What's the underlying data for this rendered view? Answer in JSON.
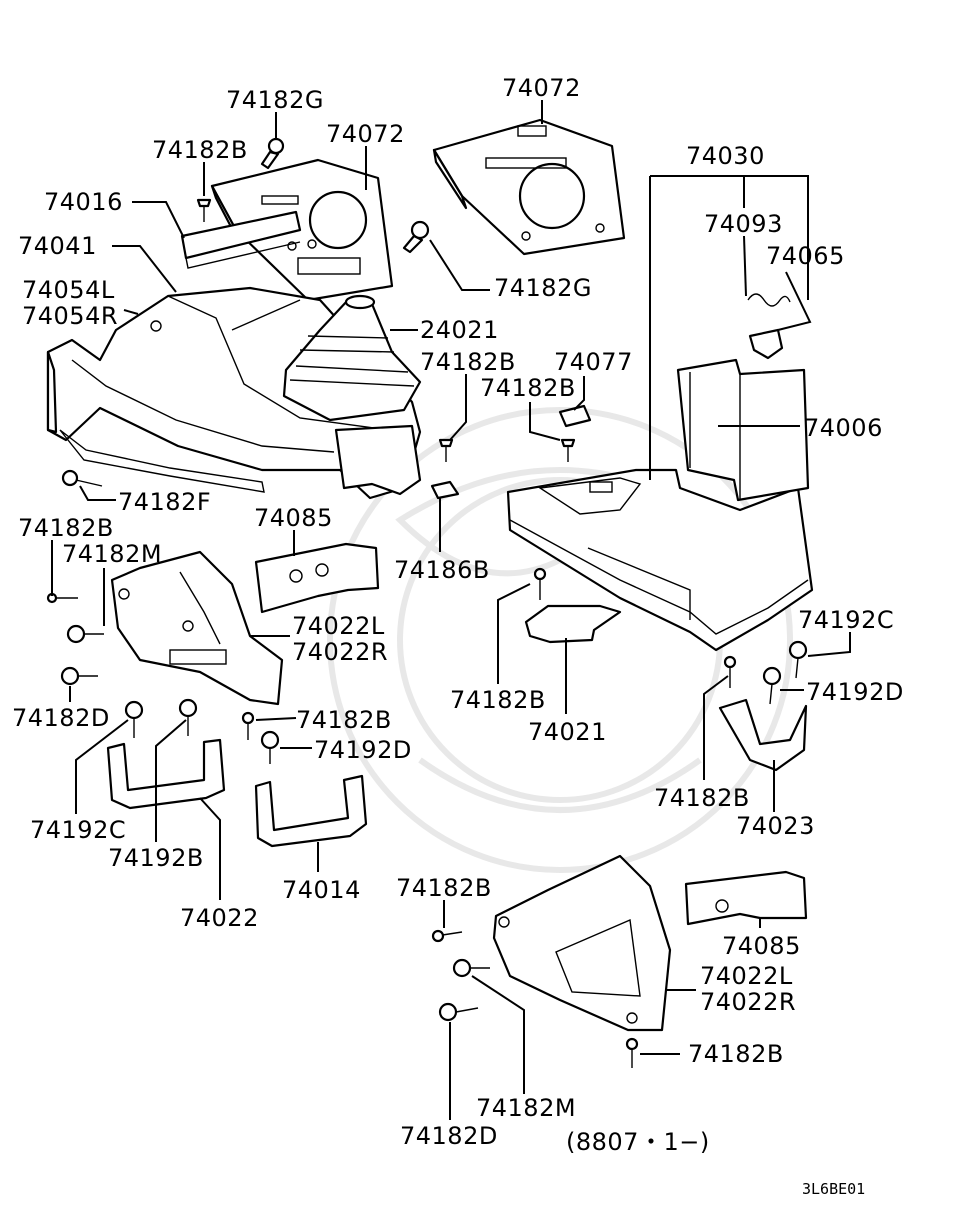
{
  "diagram": {
    "callouts": [
      {
        "id": "c1",
        "text": "74182G"
      },
      {
        "id": "c2",
        "text": "74072"
      },
      {
        "id": "c3",
        "text": "74182B"
      },
      {
        "id": "c4",
        "text": "74072"
      },
      {
        "id": "c5",
        "text": "74016"
      },
      {
        "id": "c6",
        "text": "74030"
      },
      {
        "id": "c7",
        "text": "74093"
      },
      {
        "id": "c8",
        "text": "74041"
      },
      {
        "id": "c9",
        "text": "74065"
      },
      {
        "id": "c10",
        "text": "74182G"
      },
      {
        "id": "c11",
        "text": "74054L"
      },
      {
        "id": "c12",
        "text": "74054R"
      },
      {
        "id": "c13",
        "text": "24021"
      },
      {
        "id": "c14",
        "text": "74182B"
      },
      {
        "id": "c15",
        "text": "74077"
      },
      {
        "id": "c16",
        "text": "74182B"
      },
      {
        "id": "c17",
        "text": "74006"
      },
      {
        "id": "c18",
        "text": "74182F"
      },
      {
        "id": "c19",
        "text": "74085"
      },
      {
        "id": "c20",
        "text": "74182B"
      },
      {
        "id": "c21",
        "text": "74182M"
      },
      {
        "id": "c22",
        "text": "74186B"
      },
      {
        "id": "c23",
        "text": "74022L"
      },
      {
        "id": "c24",
        "text": "74022R"
      },
      {
        "id": "c25",
        "text": "74192C"
      },
      {
        "id": "c26",
        "text": "74192D"
      },
      {
        "id": "c27",
        "text": "74182D"
      },
      {
        "id": "c28",
        "text": "74182B"
      },
      {
        "id": "c29",
        "text": "74182B"
      },
      {
        "id": "c30",
        "text": "74192D"
      },
      {
        "id": "c31",
        "text": "74021"
      },
      {
        "id": "c32",
        "text": "74182B"
      },
      {
        "id": "c33",
        "text": "74023"
      },
      {
        "id": "c34",
        "text": "74192C"
      },
      {
        "id": "c35",
        "text": "74192B"
      },
      {
        "id": "c36",
        "text": "74014"
      },
      {
        "id": "c37",
        "text": "74022"
      },
      {
        "id": "c38",
        "text": "74182B"
      },
      {
        "id": "c39",
        "text": "74085"
      },
      {
        "id": "c40",
        "text": "74022L"
      },
      {
        "id": "c41",
        "text": "74022R"
      },
      {
        "id": "c42",
        "text": "74182B"
      },
      {
        "id": "c43",
        "text": "74182M"
      },
      {
        "id": "c44",
        "text": "74182D"
      }
    ],
    "date_code": "(8807・1−)",
    "figure_code": "3L6BE01"
  }
}
